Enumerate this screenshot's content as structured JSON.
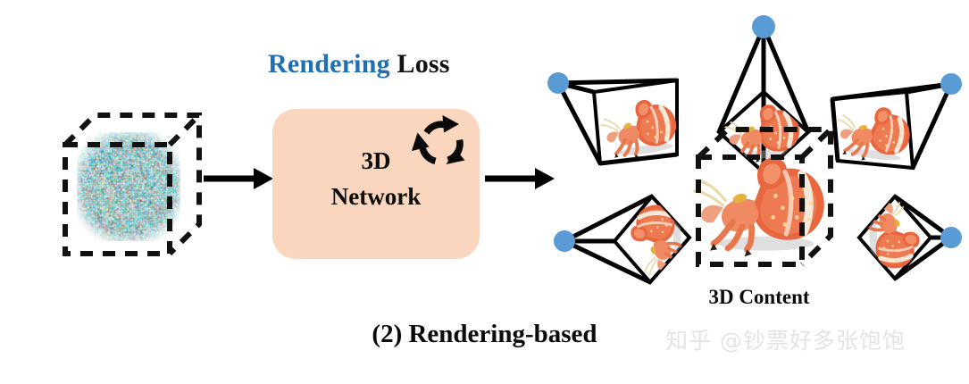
{
  "figure": {
    "caption": "(2) Rendering-based",
    "watermark": "知乎 @钞票好多张饱饱"
  },
  "loss_title": {
    "highlight_word": "Rendering",
    "plain_word": "Loss",
    "highlight_color": "#1f6fb5",
    "plain_color": "#111111"
  },
  "network_box": {
    "line1": "3D",
    "line2": "Network",
    "fill_color": "#f9d6bd",
    "icon": "recycle-loop-icon"
  },
  "input_block": {
    "label": "noise-cube",
    "description": "dashed 3D cube filled with random colorful noise"
  },
  "output_block": {
    "content_label": "3D Content",
    "object": "hermit-crab",
    "object_color": "#e8643c"
  },
  "cameras": {
    "count": 5,
    "dot_color": "#5b9bd5",
    "frustum_color": "#000000",
    "views": [
      {
        "id": "camera-top",
        "position": "top-center"
      },
      {
        "id": "camera-upper-left",
        "position": "upper-left"
      },
      {
        "id": "camera-upper-right",
        "position": "upper-right"
      },
      {
        "id": "camera-lower-left",
        "position": "lower-left"
      },
      {
        "id": "camera-lower-right",
        "position": "lower-right"
      }
    ]
  },
  "arrows": [
    {
      "id": "arrow-input-to-network"
    },
    {
      "id": "arrow-network-to-output"
    }
  ]
}
